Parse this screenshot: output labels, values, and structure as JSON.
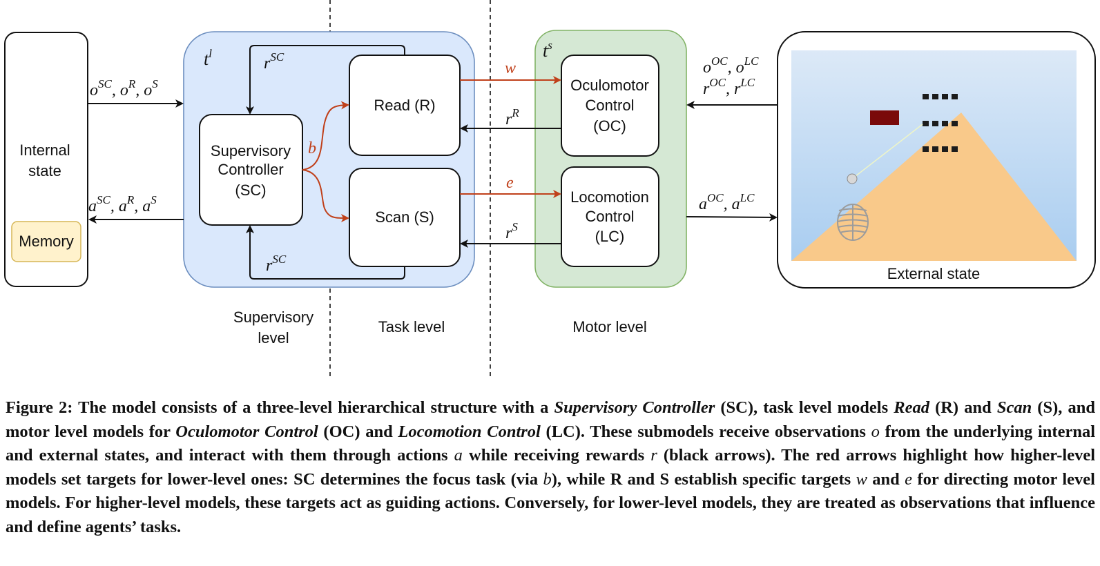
{
  "colors": {
    "supervisory_fill": "#dae8fc",
    "supervisory_stroke": "#6c8ebf",
    "motor_fill": "#d5e8d4",
    "motor_stroke": "#82b366",
    "memory_fill": "#fff2cc",
    "memory_stroke": "#d6b656",
    "target_arrow": "#c0401a",
    "sky_top": "#dce9f7",
    "sky_bottom": "#a9cdf0",
    "ground": "#f9c98a",
    "flag": "#7a0a0a"
  },
  "boxes": {
    "internal_state": [
      "Internal",
      "state"
    ],
    "memory": "Memory",
    "supervisory_controller": [
      "Supervisory",
      "Controller",
      "(SC)"
    ],
    "read": "Read (R)",
    "scan": "Scan (S)",
    "oculomotor": [
      "Oculomotor",
      "Control",
      "(OC)"
    ],
    "locomotion": [
      "Locomotion",
      "Control",
      "(LC)"
    ],
    "external_state": "External state"
  },
  "timescales": {
    "long": {
      "base": "t",
      "sup": "l"
    },
    "short": {
      "base": "t",
      "sup": "s"
    }
  },
  "levels": {
    "supervisory": [
      "Supervisory",
      "level"
    ],
    "task": "Task level",
    "motor": "Motor level"
  },
  "labels": {
    "obs_to_sc": [
      {
        "b": "o",
        "s": "SC"
      },
      {
        "p": ", "
      },
      {
        "b": "o",
        "s": "R"
      },
      {
        "p": ", "
      },
      {
        "b": "o",
        "s": "S"
      }
    ],
    "act_from_sc": [
      {
        "b": "a",
        "s": "SC"
      },
      {
        "p": ", "
      },
      {
        "b": "a",
        "s": "R"
      },
      {
        "p": ", "
      },
      {
        "b": "a",
        "s": "S"
      }
    ],
    "reward_sc_top": [
      {
        "b": "r",
        "s": "SC"
      }
    ],
    "reward_sc_bottom": [
      {
        "b": "r",
        "s": "SC"
      }
    ],
    "reward_r": [
      {
        "b": "r",
        "s": "R"
      }
    ],
    "reward_s": [
      {
        "b": "r",
        "s": "S"
      }
    ],
    "target_b": "b",
    "target_w": "w",
    "target_e": "e",
    "ext_obs": [
      {
        "b": "o",
        "s": "OC"
      },
      {
        "p": ", "
      },
      {
        "b": "o",
        "s": "LC"
      }
    ],
    "ext_rew": [
      {
        "b": "r",
        "s": "OC"
      },
      {
        "p": ", "
      },
      {
        "b": "r",
        "s": "LC"
      }
    ],
    "motor_act": [
      {
        "b": "a",
        "s": "OC"
      },
      {
        "p": ", "
      },
      {
        "b": "a",
        "s": "LC"
      }
    ]
  },
  "caption": {
    "prefix": "Figure 2: The model consists of a three-level hierarchical structure with a ",
    "sc_name": "Supervisory Controller",
    "t1": " (SC), task level models ",
    "read_name": "Read",
    "t2": " (R) and ",
    "scan_name": "Scan",
    "t3": " (S), and motor level models for ",
    "oc_name": "Oculomotor Control",
    "t4": " (OC) and ",
    "lc_name": "Locomotion Control",
    "t5": " (LC). These submodels receive observations ",
    "var_o": "o",
    "t6": " from the underlying internal and external states, and interact with them through actions ",
    "var_a": "a",
    "t7": " while receiving rewards ",
    "var_r": "r",
    "t8": " (black arrows). The red arrows highlight how higher-level models set targets for lower-level ones: SC determines the focus task (via ",
    "var_b": "b",
    "t9": "), while R and S establish specific targets ",
    "var_w": "w",
    "t10": " and ",
    "var_e": "e",
    "t11": " for directing motor level models. For higher-level models, these targets act as guiding actions. Conversely, for lower-level models, they are treated as observations that influence and define agents’ tasks."
  }
}
